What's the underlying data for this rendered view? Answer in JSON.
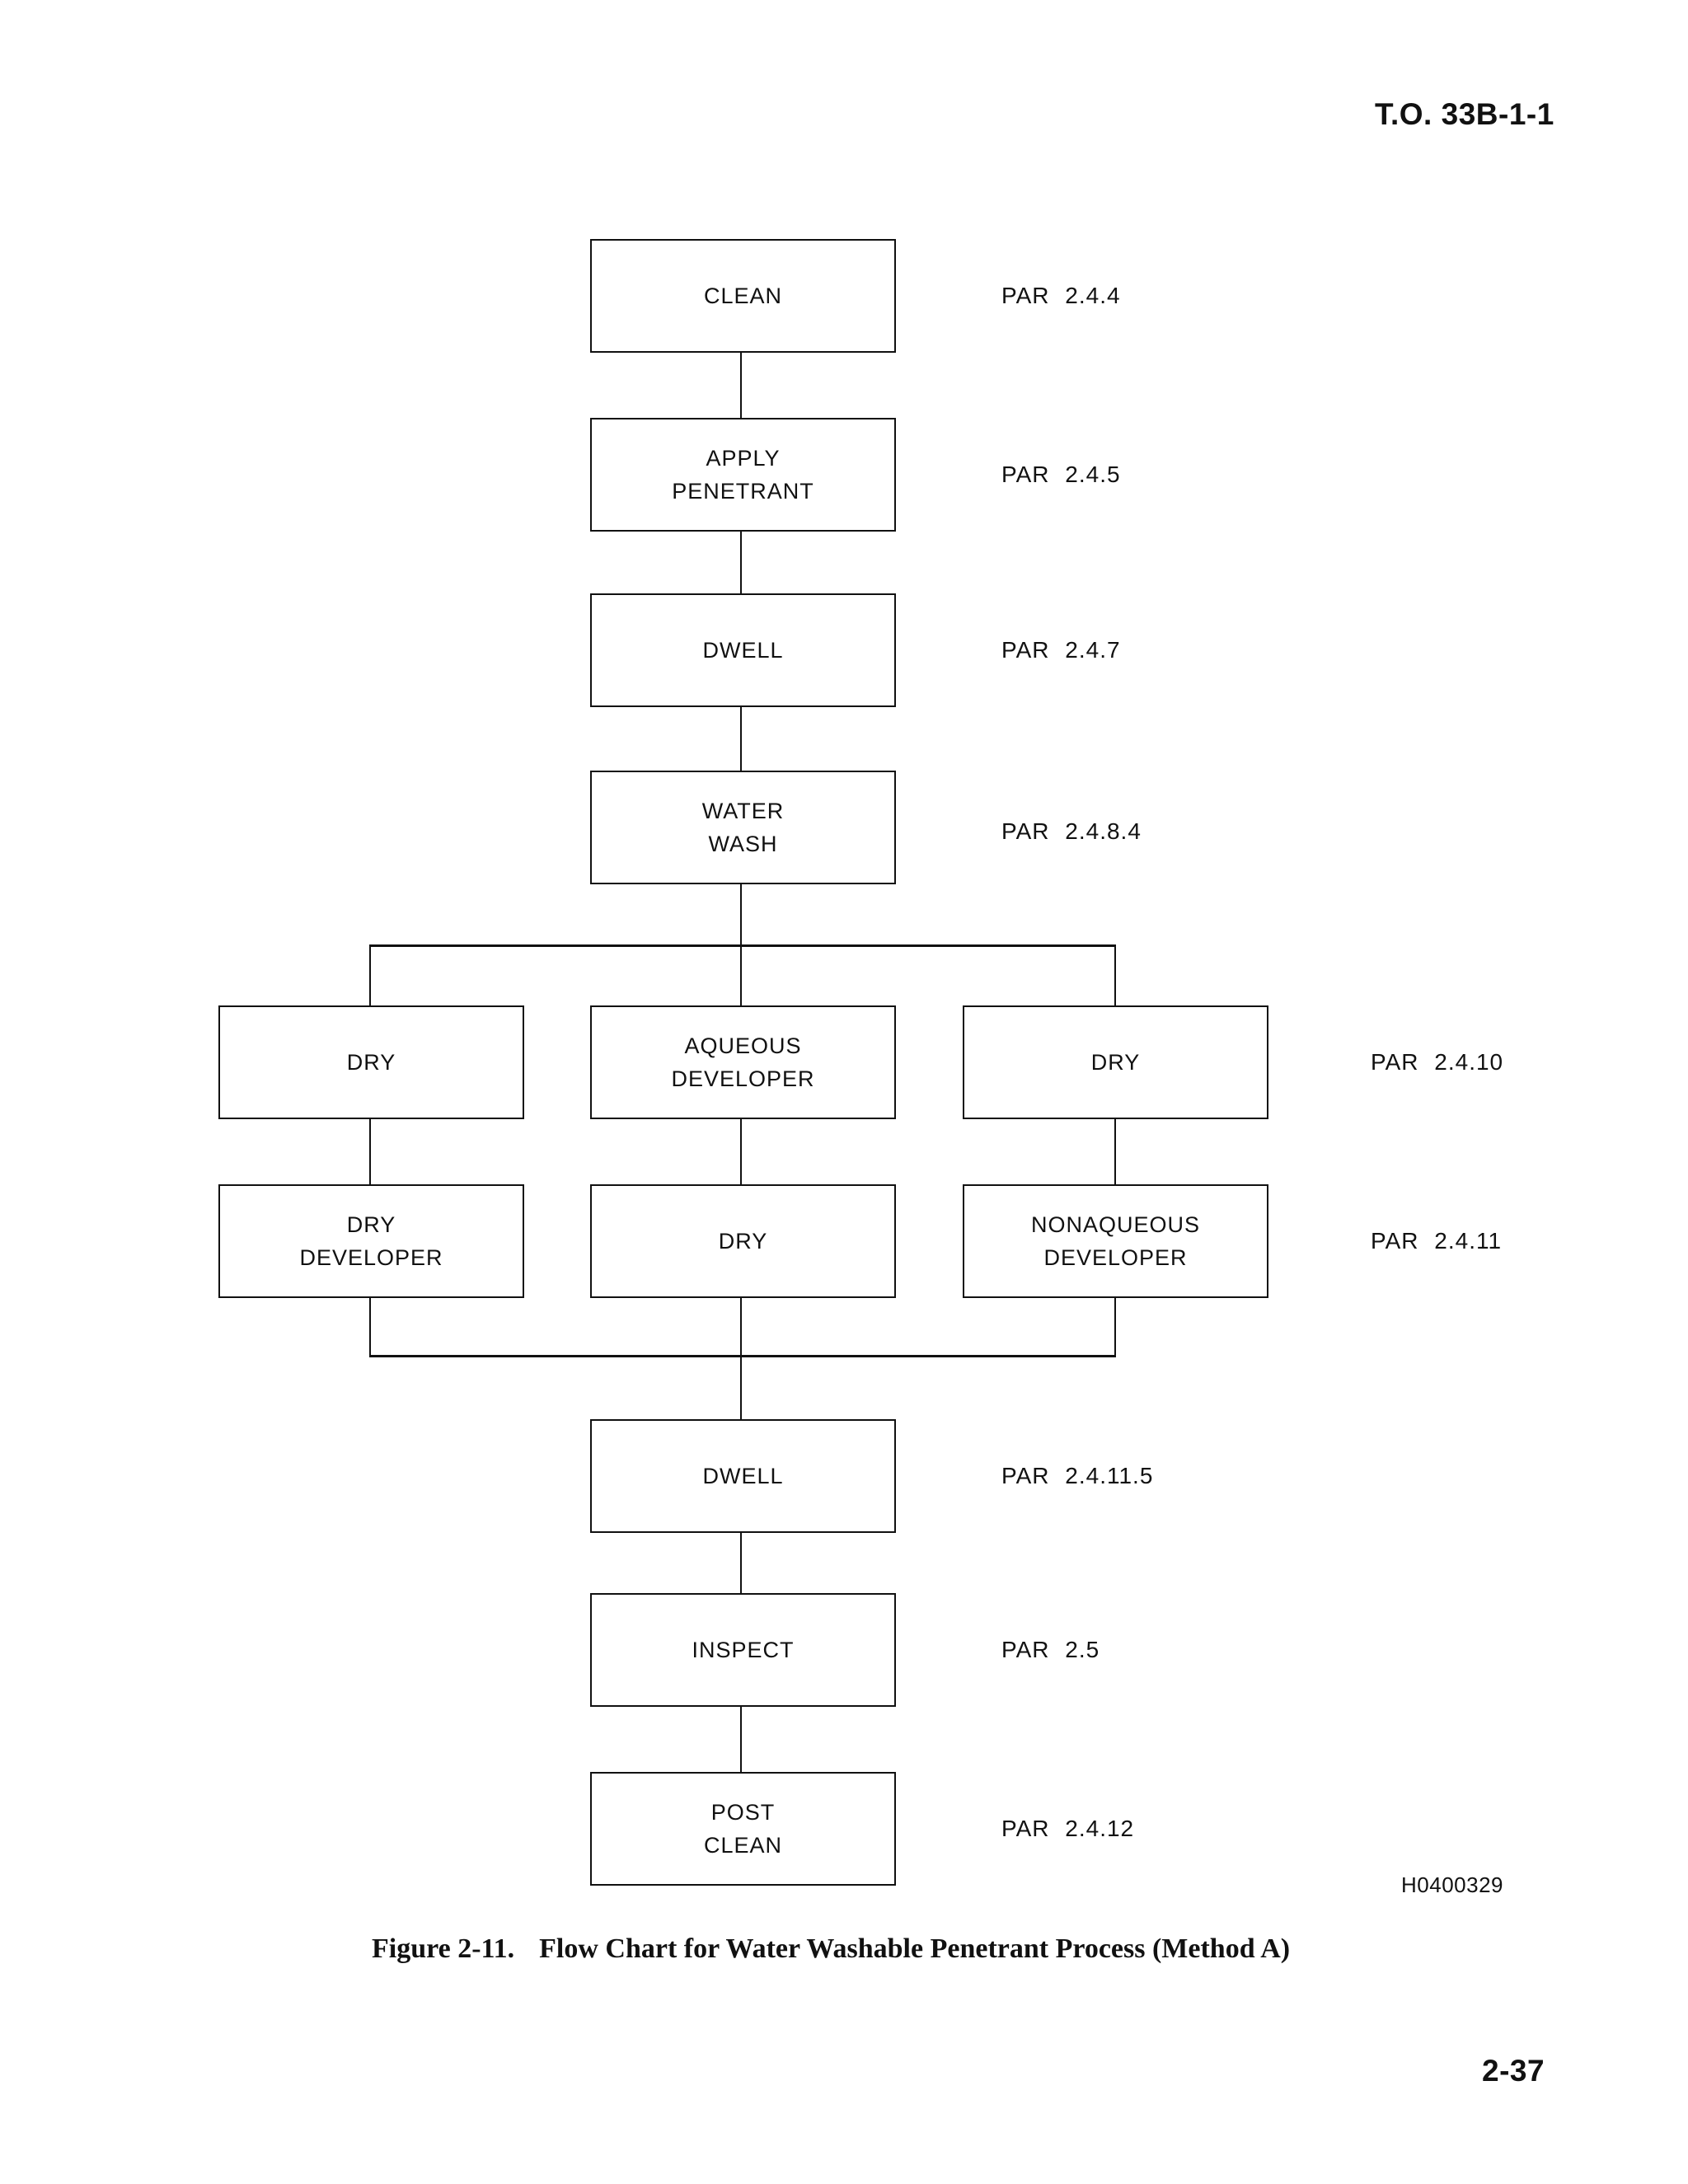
{
  "page": {
    "to_reference": "T.O. 33B-1-1",
    "figure_label": "Figure 2-11.",
    "figure_title": "Flow Chart for Water Washable Penetrant Process (Method A)",
    "image_code": "H0400329",
    "page_number": "2-37",
    "ink_color": "#111111",
    "background_color": "#ffffff"
  },
  "flowchart": {
    "nodes": {
      "clean": {
        "label": "CLEAN"
      },
      "apply_penetrant": {
        "label": "APPLY\nPENETRANT"
      },
      "dwell_1": {
        "label": "DWELL"
      },
      "water_wash": {
        "label": "WATER\nWASH"
      },
      "dry_left": {
        "label": "DRY"
      },
      "aqueous_developer": {
        "label": "AQUEOUS\nDEVELOPER"
      },
      "dry_right": {
        "label": "DRY"
      },
      "dry_developer": {
        "label": "DRY\nDEVELOPER"
      },
      "dry_center": {
        "label": "DRY"
      },
      "nonaqueous_developer": {
        "label": "NONAQUEOUS\nDEVELOPER"
      },
      "dwell_2": {
        "label": "DWELL"
      },
      "inspect": {
        "label": "INSPECT"
      },
      "post_clean": {
        "label": "POST\nCLEAN"
      }
    },
    "par_labels": {
      "clean": "PAR 2.4.4",
      "apply_penetrant": "PAR 2.4.5",
      "dwell_1": "PAR 2.4.7",
      "water_wash": "PAR 2.4.8.4",
      "dry_row": "PAR 2.4.10",
      "developer_row": "PAR 2.4.11",
      "dwell_2": "PAR 2.4.11.5",
      "inspect": "PAR 2.5",
      "post_clean": "PAR 2.4.12"
    }
  }
}
